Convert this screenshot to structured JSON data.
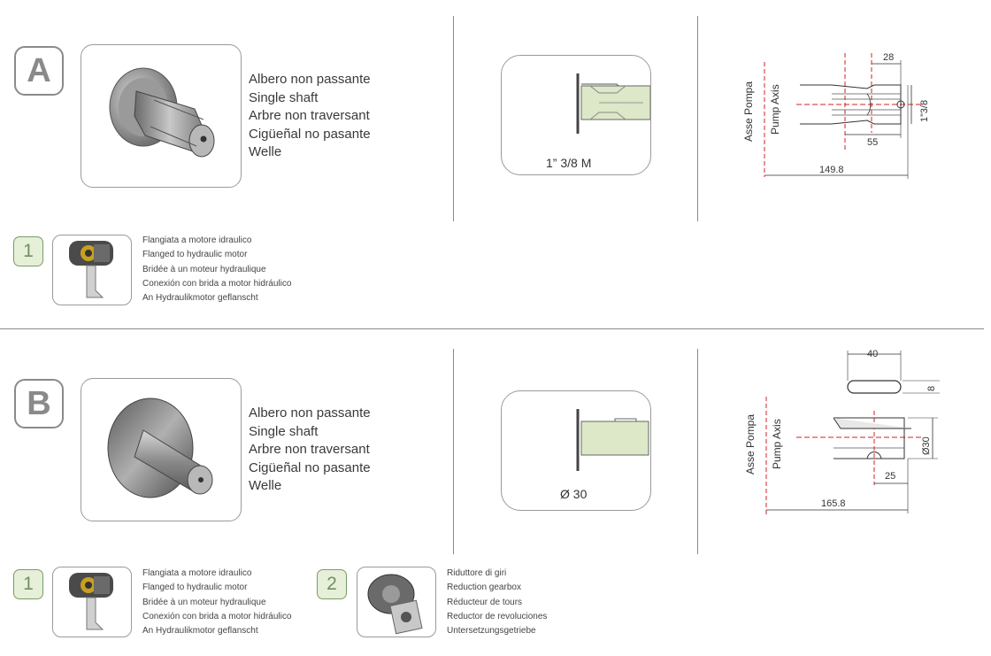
{
  "sectionA": {
    "letter": "A",
    "labels": [
      "Albero non passante",
      "Single shaft",
      "Arbre non traversant",
      "Cigüeñal no pasante",
      "Welle"
    ],
    "shaft_label": "1” 3/8 M",
    "drawing": {
      "axis_label_1": "Asse Pompa",
      "axis_label_2": "Pump Axis",
      "dim_top": "28",
      "dim_mid": "55",
      "dim_bottom": "149.8",
      "dim_side": "1”3/8"
    },
    "accessories": [
      {
        "number": "1",
        "lines": [
          "Flangiata a motore idraulico",
          "Flanged to hydraulic motor",
          "Bridée à un moteur hydraulique",
          "Conexión con brida a motor hidráulico",
          "An Hydraulikmotor geflanscht"
        ]
      }
    ]
  },
  "sectionB": {
    "letter": "B",
    "labels": [
      "Albero non passante",
      "Single shaft",
      "Arbre non traversant",
      "Cigüeñal no pasante",
      "Welle"
    ],
    "shaft_label": "Ø 30",
    "drawing": {
      "axis_label_1": "Asse Pompa",
      "axis_label_2": "Pump Axis",
      "dim_key_len": "40",
      "dim_key_h": "8",
      "dim_diam": "Ø30",
      "dim_mid": "25",
      "dim_bottom": "165.8"
    },
    "accessories": [
      {
        "number": "1",
        "lines": [
          "Flangiata a motore idraulico",
          "Flanged to hydraulic motor",
          "Bridée à un moteur hydraulique",
          "Conexión con brida a motor hidráulico",
          "An Hydraulikmotor geflanscht"
        ]
      },
      {
        "number": "2",
        "lines": [
          "Riduttore di giri",
          "Reduction gearbox",
          "Réducteur de tours",
          "Reductor de revoluciones",
          "Untersetzungsgetriebe"
        ]
      }
    ]
  },
  "colors": {
    "shaft_fill": "#dce8c8",
    "accent_red": "#d42020",
    "badge_fill": "#e6f0d8",
    "badge_border": "#7a9a6a"
  }
}
